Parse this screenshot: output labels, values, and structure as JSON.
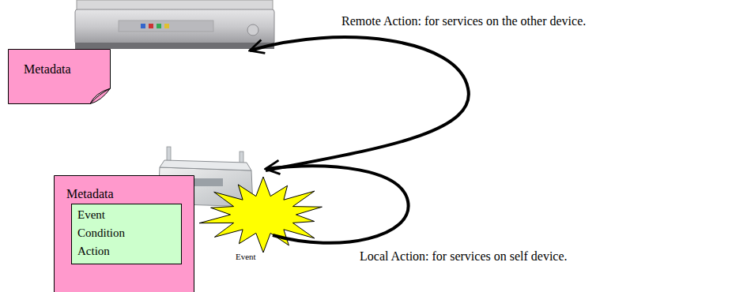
{
  "diagram": {
    "nodes": [
      {
        "text": [
          "Metadata"
        ]
      },
      {
        "text": [
          "Metadata"
        ]
      },
      {
        "text": [
          "Event Condition Action"
        ],
        "in": 1
      },
      {
        "text": [
          "Event"
        ]
      }
    ],
    "labels": [
      "Remote Action: for services on the other device.",
      "Local Action: for services on self device."
    ]
  }
}
